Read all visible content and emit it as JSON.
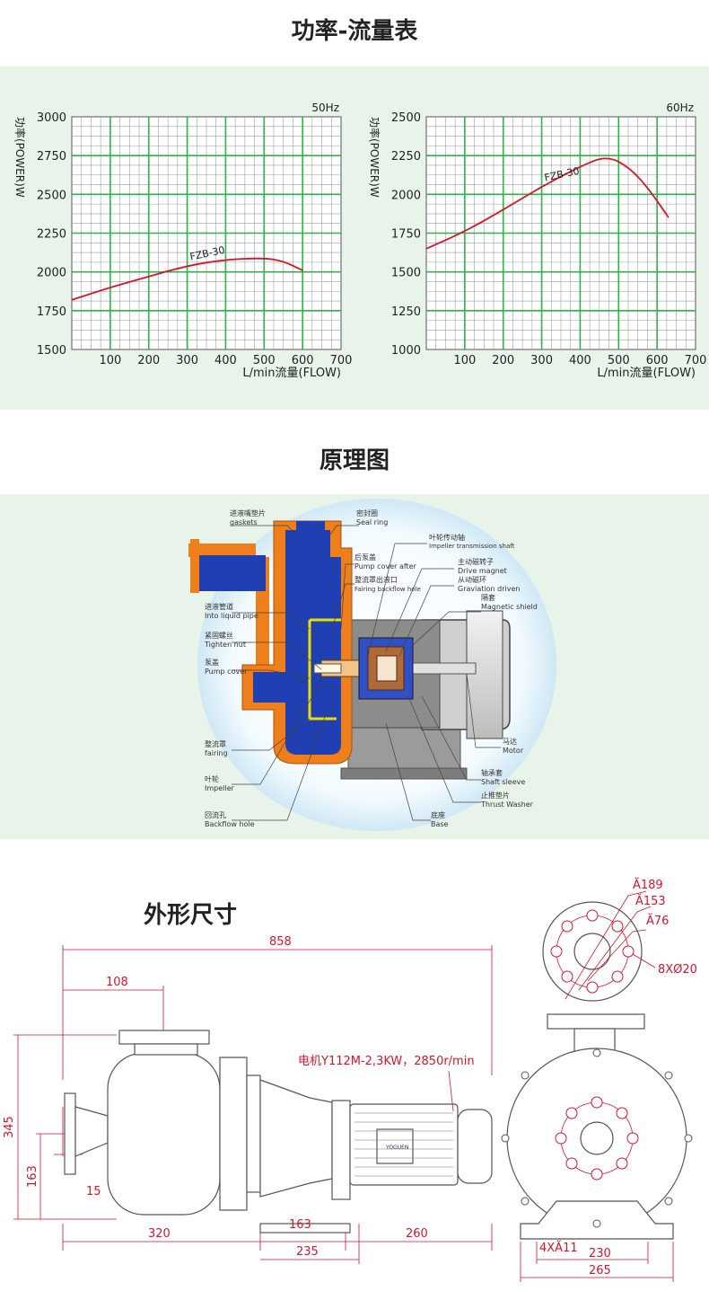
{
  "titles": {
    "power_flow": "功率-流量表",
    "principle": "原理图",
    "dimensions": "外形尺寸"
  },
  "chart_data": [
    {
      "type": "line",
      "freq_label": "50Hz",
      "ylabel": "功率(POWER)W",
      "xlabel": "L/min流量(FLOW)",
      "xlim": [
        0,
        700
      ],
      "ylim": [
        1500,
        3000
      ],
      "xticks": [
        "100",
        "200",
        "300",
        "400",
        "500",
        "600",
        "700"
      ],
      "yticks": [
        "3000",
        "2750",
        "2500",
        "2250",
        "2000",
        "1750",
        "1500"
      ],
      "series": [
        {
          "name": "FZB-30",
          "x": [
            0,
            100,
            200,
            300,
            400,
            500,
            550,
            600
          ],
          "y": [
            1820,
            1900,
            1970,
            2040,
            2080,
            2090,
            2070,
            2010
          ]
        }
      ],
      "grid": true
    },
    {
      "type": "line",
      "freq_label": "60Hz",
      "ylabel": "功率(POWER)W",
      "xlabel": "L/min流量(FLOW)",
      "xlim": [
        0,
        700
      ],
      "ylim": [
        1000,
        2500
      ],
      "xticks": [
        "100",
        "200",
        "300",
        "400",
        "500",
        "600",
        "700"
      ],
      "yticks": [
        "2500",
        "2250",
        "2000",
        "1750",
        "1500",
        "1250",
        "1000"
      ],
      "series": [
        {
          "name": "FZB-30",
          "x": [
            0,
            100,
            200,
            300,
            400,
            470,
            530,
            580,
            630
          ],
          "y": [
            1650,
            1760,
            1900,
            2050,
            2180,
            2250,
            2170,
            2030,
            1850
          ]
        }
      ],
      "grid": true
    }
  ],
  "diagram": {
    "labels_left": [
      {
        "cn": "进液嘴垫片",
        "en": "gaskets"
      },
      {
        "cn": "进液管道",
        "en": "Into liquid pipe"
      },
      {
        "cn": "紧固螺丝",
        "en": "Tighten nut"
      },
      {
        "cn": "泵盖",
        "en": "Pump cover"
      },
      {
        "cn": "整流罩",
        "en": "fairing"
      },
      {
        "cn": "叶轮",
        "en": "Impeller"
      },
      {
        "cn": "回流孔",
        "en": "Backflow hole"
      }
    ],
    "labels_right": [
      {
        "cn": "密封圈",
        "en": "Seal ring"
      },
      {
        "cn": "叶轮传动轴",
        "en": "Impeller transmission shaft"
      },
      {
        "cn": "后泵盖",
        "en": "Pump cover after"
      },
      {
        "cn": "主动磁转子",
        "en": "Drive magnet"
      },
      {
        "cn": "整流罩出液口",
        "en": "Fairing backflow hole"
      },
      {
        "cn": "从动磁环",
        "en": "Graviation driven"
      },
      {
        "cn": "隔套",
        "en": "Magnetic shield"
      },
      {
        "cn": "马达",
        "en": "Motor"
      },
      {
        "cn": "轴承套",
        "en": "Shaft sleeve"
      },
      {
        "cn": "止推垫片",
        "en": "Thrust Washer"
      },
      {
        "cn": "底座",
        "en": "Base"
      }
    ]
  },
  "dims": {
    "d858": "858",
    "d108": "108",
    "d345": "345",
    "d163v": "163",
    "d15": "15",
    "d320": "320",
    "d163h": "163",
    "d260": "260",
    "d235": "235",
    "motor": "电机Y112M-2,3KW，2850r/min",
    "phi189": "Ă189",
    "phi153": "Ă153",
    "phi76": "Ă76",
    "holes": "8XØ20",
    "d4x": "4XĂ11",
    "d230": "230",
    "d265": "265",
    "nameplate": "YOGUEN"
  },
  "colors": {
    "band": "#e8f3ea",
    "grid_major": "#2db34a",
    "grid_minor": "#9e9e9e",
    "curve": "#d7152a",
    "pump_orange": "#ef7f1a",
    "pump_blue": "#1f3fb3",
    "dim_red": "#d7152a"
  }
}
